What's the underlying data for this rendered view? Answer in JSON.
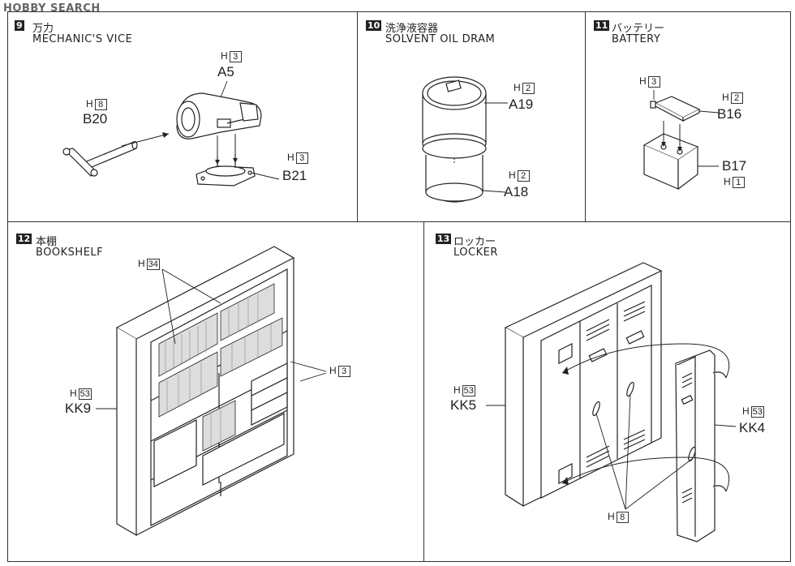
{
  "watermark": "HOBBY SEARCH",
  "panels": [
    {
      "no": "9",
      "title_ja": "万力",
      "title_en": "MECHANIC'S VICE",
      "callouts": [
        {
          "h": "3",
          "part": "A5"
        },
        {
          "h": "8",
          "part": "B20"
        },
        {
          "h": "3",
          "part": "B21"
        }
      ]
    },
    {
      "no": "10",
      "title_ja": "洗浄液容器",
      "title_en": "SOLVENT OIL DRAM",
      "callouts": [
        {
          "h": "2",
          "part": "A19"
        },
        {
          "h": "2",
          "part": "A18"
        }
      ]
    },
    {
      "no": "11",
      "title_ja": "バッテリー",
      "title_en": "BATTERY",
      "callouts": [
        {
          "h": "3",
          "part": ""
        },
        {
          "h": "2",
          "part": "B16"
        },
        {
          "h": "1",
          "part": "B17"
        }
      ]
    },
    {
      "no": "12",
      "title_ja": "本棚",
      "title_en": "BOOKSHELF",
      "callouts": [
        {
          "h": "34",
          "part": ""
        },
        {
          "h": "3",
          "part": ""
        },
        {
          "h": "53",
          "part": "KK9"
        }
      ]
    },
    {
      "no": "13",
      "title_ja": "ロッカー",
      "title_en": "LOCKER",
      "callouts": [
        {
          "h": "53",
          "part": "KK5"
        },
        {
          "h": "53",
          "part": "KK4"
        },
        {
          "h": "8",
          "part": ""
        }
      ]
    }
  ],
  "h_prefix": "H"
}
